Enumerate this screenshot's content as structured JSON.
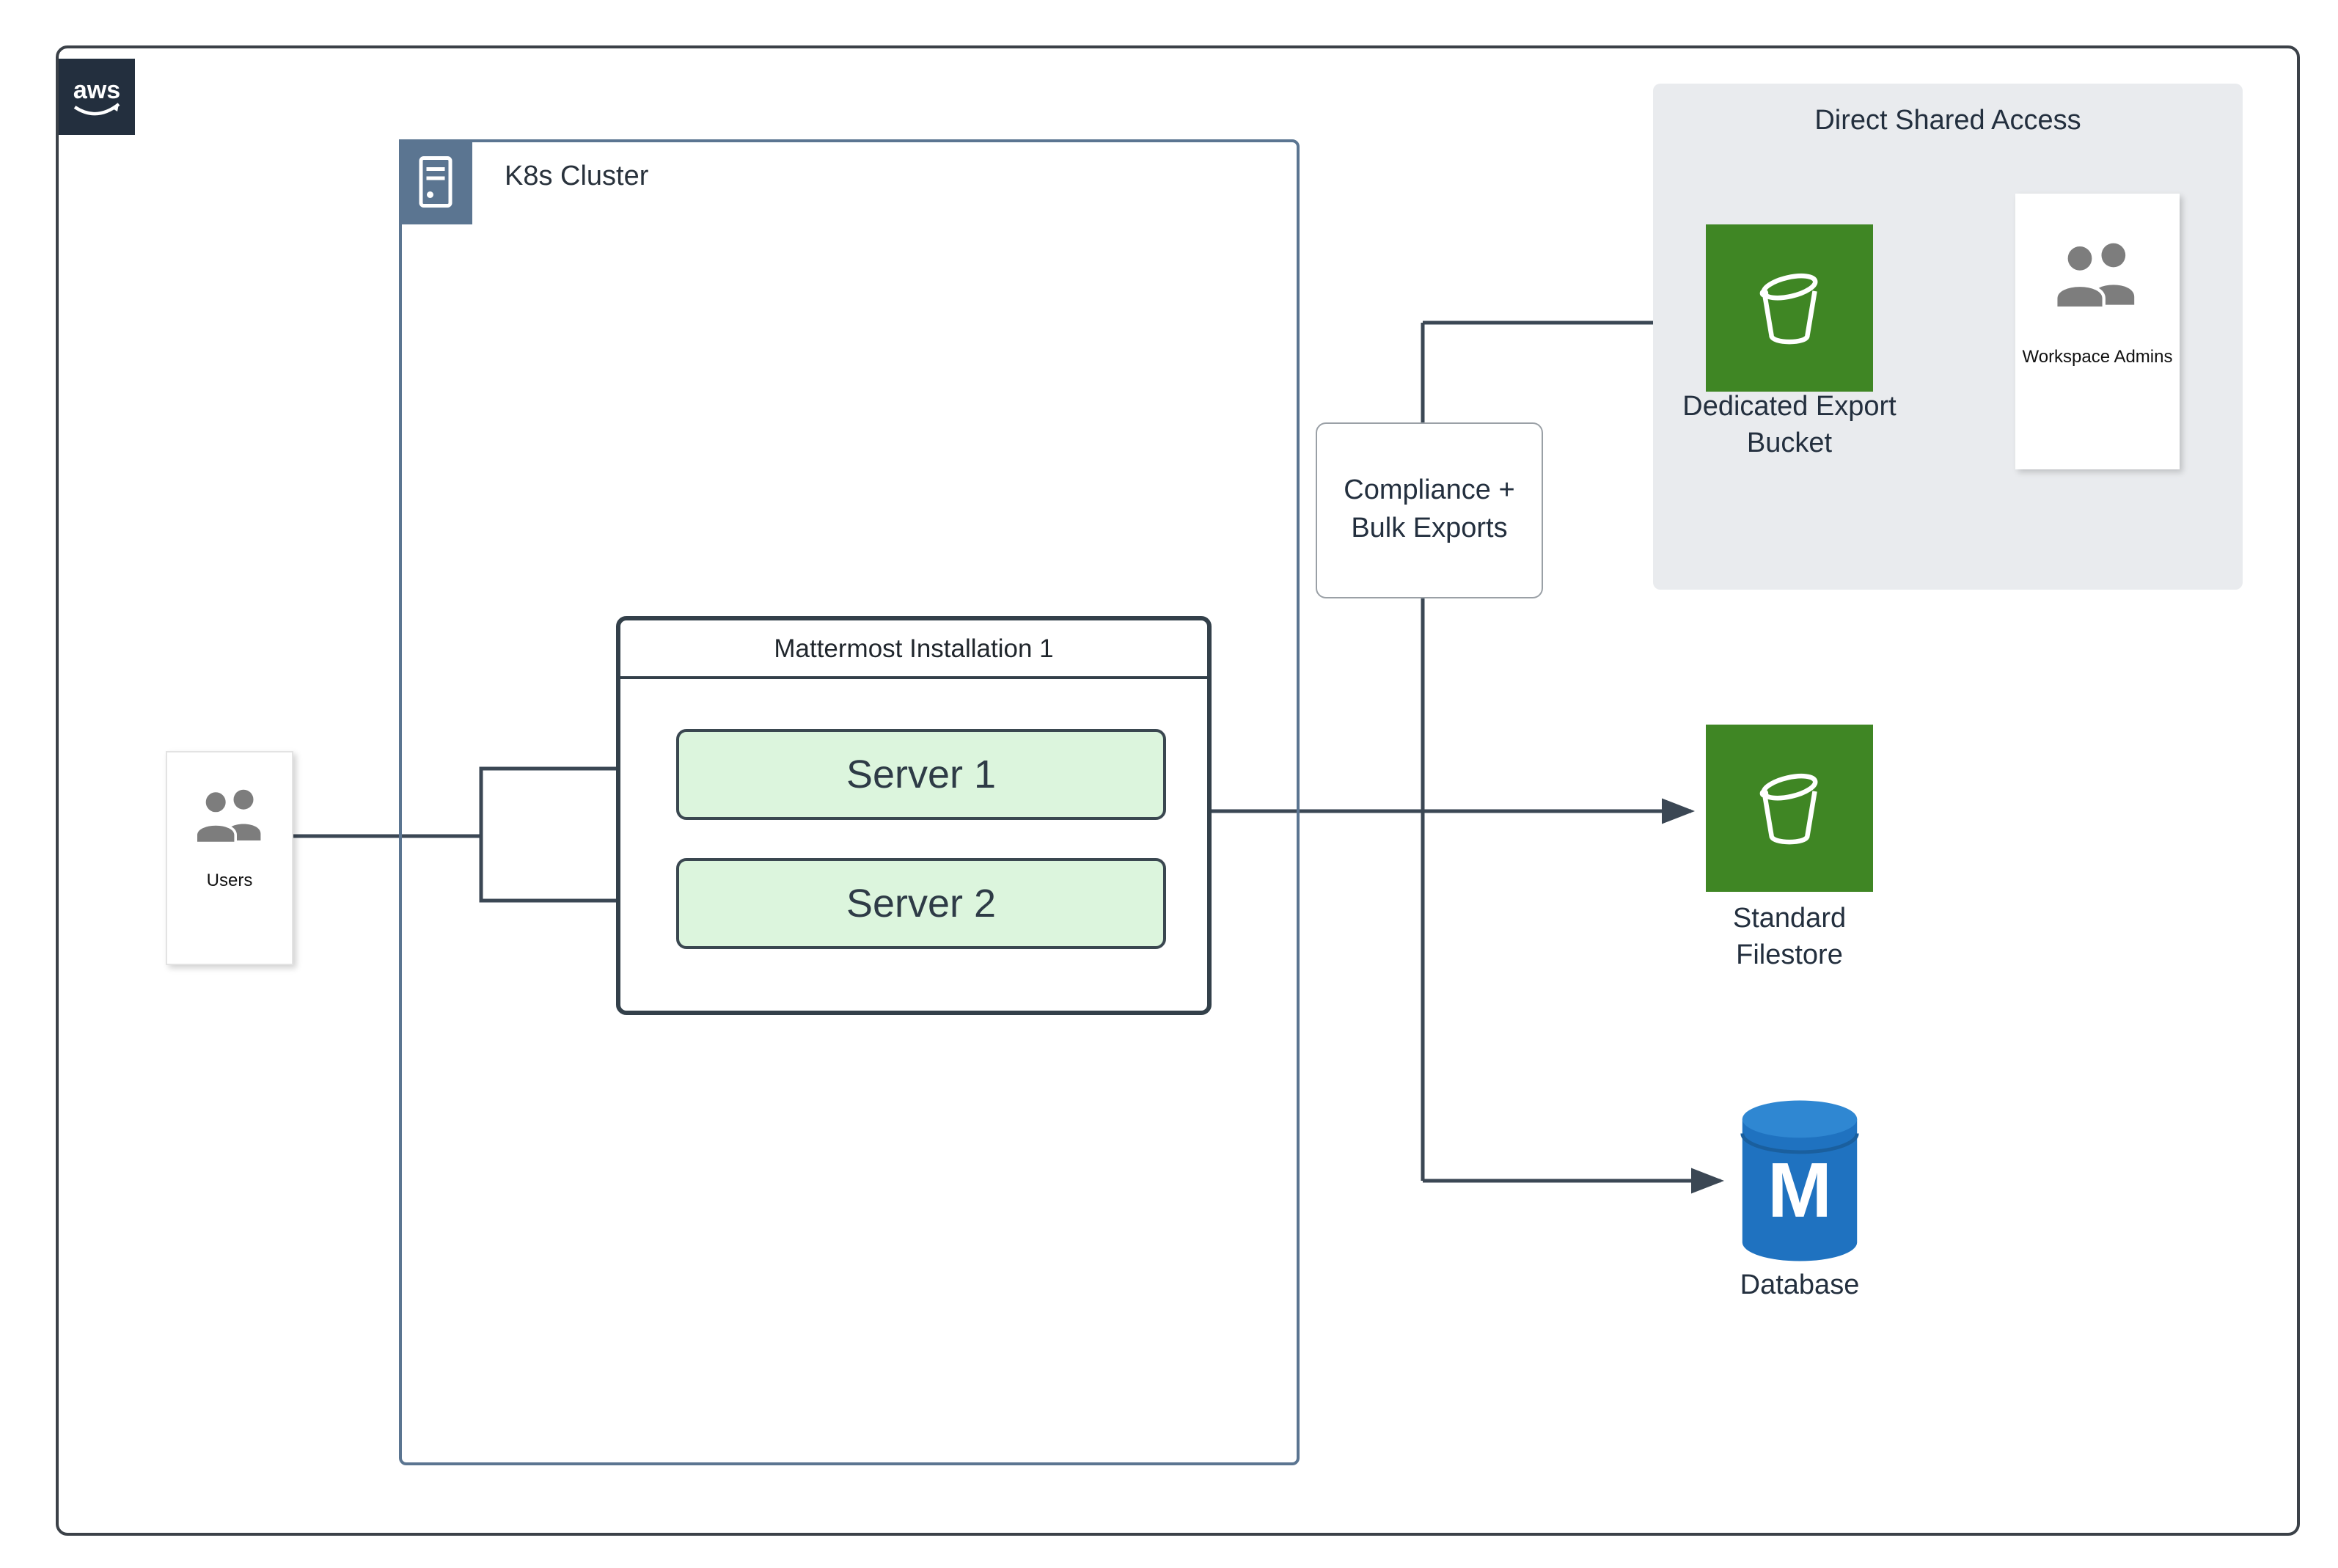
{
  "colors": {
    "accent-green": "#3f8624",
    "accent-blue": "#1f72c0",
    "accent-blue-light": "#2f87d2",
    "line": "#3b4754",
    "cluster-border": "#5b7591",
    "server-fill": "#dcf5dd",
    "panel-bg": "#e9ebee",
    "aws-navy": "#232f3e"
  },
  "aws": {
    "logo_text": "aws"
  },
  "cluster": {
    "label": "K8s Cluster"
  },
  "installation": {
    "title": "Mattermost Installation 1",
    "servers": [
      "Server 1",
      "Server 2"
    ]
  },
  "users": {
    "label": "Users"
  },
  "compliance": {
    "label": "Compliance +\nBulk Exports"
  },
  "shared_access": {
    "title": "Direct Shared Access",
    "bucket_label": "Dedicated Export\nBucket",
    "admins_label": "Workspace Admins"
  },
  "filestore": {
    "label": "Standard\nFilestore"
  },
  "database": {
    "label": "Database",
    "letter": "M"
  }
}
